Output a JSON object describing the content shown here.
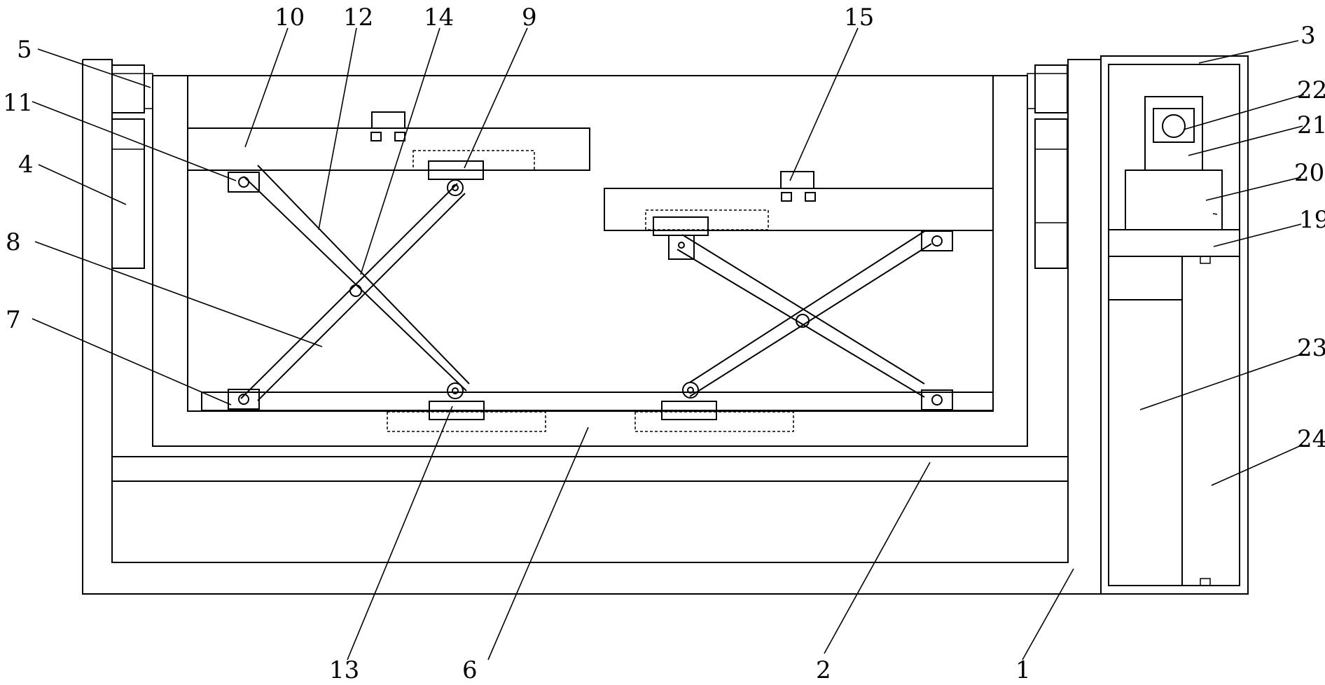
{
  "labels": {
    "l1": "1",
    "l2": "2",
    "l3": "3",
    "l4": "4",
    "l5": "5",
    "l6": "6",
    "l7": "7",
    "l8": "8",
    "l9": "9",
    "l10": "10",
    "l11": "11",
    "l12": "12",
    "l13": "13",
    "l14": "14",
    "l15": "15",
    "l19": "19",
    "l20": "20",
    "l21": "21",
    "l22": "22",
    "l23": "23",
    "l24": "24"
  }
}
